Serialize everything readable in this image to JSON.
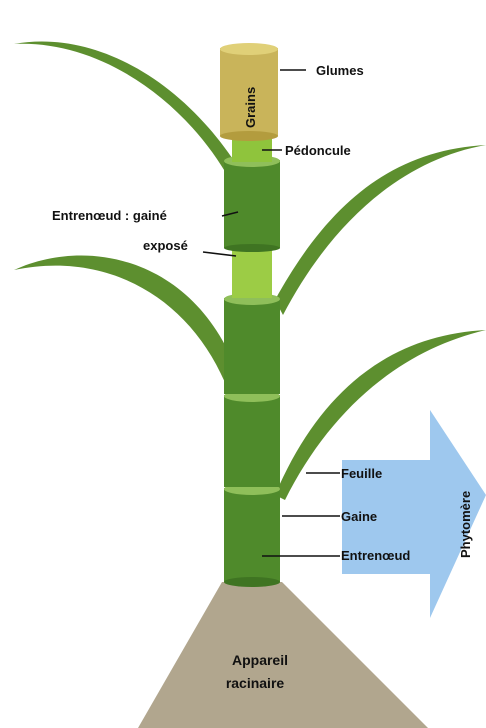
{
  "labels": {
    "glumes": "Glumes",
    "grains": "Grains",
    "pedoncule": "Pédoncule",
    "entrenoeud_gaine": "Entrenœud : gainé",
    "expose": "exposé",
    "feuille": "Feuille",
    "gaine": "Gaine",
    "entrenoeud": "Entrenœud",
    "phytomere": "Phytomère",
    "appareil": "Appareil",
    "racinaire": "racinaire"
  },
  "colors": {
    "leaf": "#5d8f2f",
    "stem": "#4f8a2b",
    "stem_top": "#8fbf5a",
    "exposed": "#9ccc45",
    "grain": "#c9b45a",
    "arrow": "#9ec8ee",
    "root": "#b1a68e"
  }
}
